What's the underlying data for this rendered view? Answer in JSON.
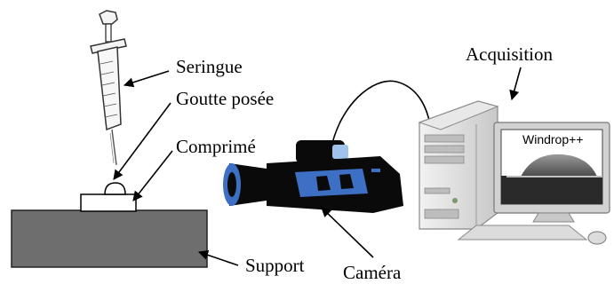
{
  "labels": {
    "syringe": "Seringue",
    "drop": "Goutte posée",
    "tablet": "Comprimé",
    "support": "Support",
    "camera": "Caméra",
    "acquisition": "Acquisition",
    "software": "Windrop++"
  },
  "colors": {
    "support": "#6e6e6e",
    "camera_body": "#0a0a0a",
    "camera_accent": "#3d6fc4",
    "camera_light": "#9fc3ea",
    "computer_case": "#d9d9d9",
    "monitor_frame": "#d2d2d2",
    "drop": "#6a6a6a"
  }
}
